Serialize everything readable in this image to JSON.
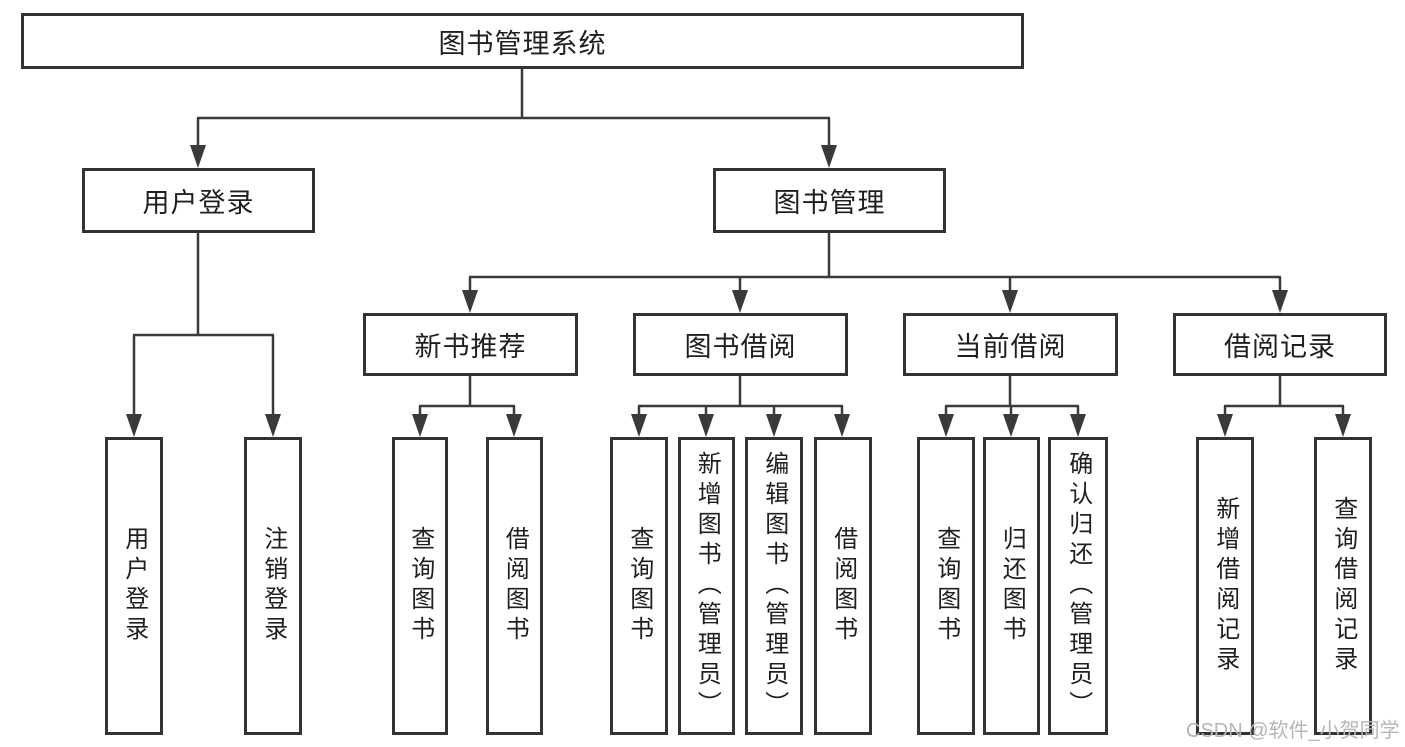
{
  "diagram_title": "图书管理系统",
  "watermark": "CSDN @软件_小贺同学",
  "colors": {
    "line": "#3a3a3a",
    "box_border": "#333333",
    "text": "#1f1f1f",
    "watermark": "#b6b6b6",
    "background": "#ffffff"
  },
  "tree": {
    "root": {
      "label": "图书管理系统",
      "children": [
        "user_login",
        "book_management"
      ]
    },
    "user_login": {
      "label": "用户登录",
      "children": [
        "user_login_leaf",
        "logout_leaf"
      ]
    },
    "book_management": {
      "label": "图书管理",
      "children": [
        "new_book_recommend",
        "book_borrowing",
        "current_borrowing",
        "borrowing_records"
      ]
    },
    "new_book_recommend": {
      "label": "新书推荐",
      "children": [
        "recommend_query_books",
        "recommend_borrow_books"
      ]
    },
    "book_borrowing": {
      "label": "图书借阅",
      "children": [
        "borrowing_query_books",
        "borrowing_add_books",
        "borrowing_edit_books",
        "borrowing_borrow_books"
      ]
    },
    "current_borrowing": {
      "label": "当前借阅",
      "children": [
        "current_query_books",
        "current_return_books",
        "current_confirm_return"
      ]
    },
    "borrowing_records": {
      "label": "借阅记录",
      "children": [
        "records_add_record",
        "records_query_record"
      ]
    },
    "user_login_leaf": {
      "label": "用户登录",
      "children": []
    },
    "logout_leaf": {
      "label": "注销登录",
      "children": []
    },
    "recommend_query_books": {
      "label": "查询图书",
      "children": []
    },
    "recommend_borrow_books": {
      "label": "借阅图书",
      "children": []
    },
    "borrowing_query_books": {
      "label": "查询图书",
      "children": []
    },
    "borrowing_add_books": {
      "label": "新增图书（管理员）",
      "children": []
    },
    "borrowing_edit_books": {
      "label": "编辑图书（管理员）",
      "children": []
    },
    "borrowing_borrow_books": {
      "label": "借阅图书",
      "children": []
    },
    "current_query_books": {
      "label": "查询图书",
      "children": []
    },
    "current_return_books": {
      "label": "归还图书",
      "children": []
    },
    "current_confirm_return": {
      "label": "确认归还（管理员）",
      "children": []
    },
    "records_add_record": {
      "label": "新增借阅记录",
      "children": []
    },
    "records_query_record": {
      "label": "查询借阅记录",
      "children": []
    }
  }
}
